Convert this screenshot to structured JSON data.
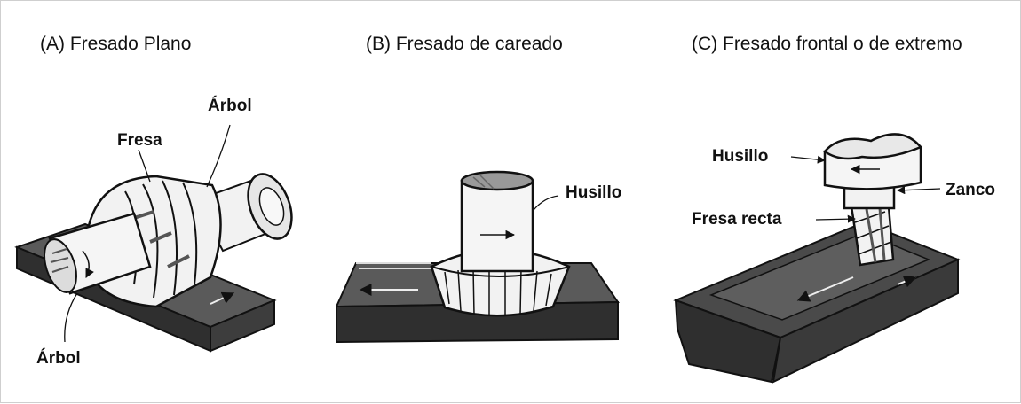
{
  "panels": [
    {
      "title": "(A) Fresado Plano",
      "labels": {
        "arbol_top": "Árbol",
        "fresa": "Fresa",
        "arbol_bottom": "Árbol"
      }
    },
    {
      "title": "(B) Fresado de careado",
      "labels": {
        "husillo": "Husillo"
      }
    },
    {
      "title": "(C) Fresado frontal o de extremo",
      "labels": {
        "husillo": "Husillo",
        "zanco": "Zanco",
        "fresa_recta": "Fresa recta"
      }
    }
  ],
  "colors": {
    "workpiece_top": "#5a5a5a",
    "workpiece_side": "#2f2f2f",
    "tool_fill": "#f2f2f2",
    "outline": "#111111"
  }
}
